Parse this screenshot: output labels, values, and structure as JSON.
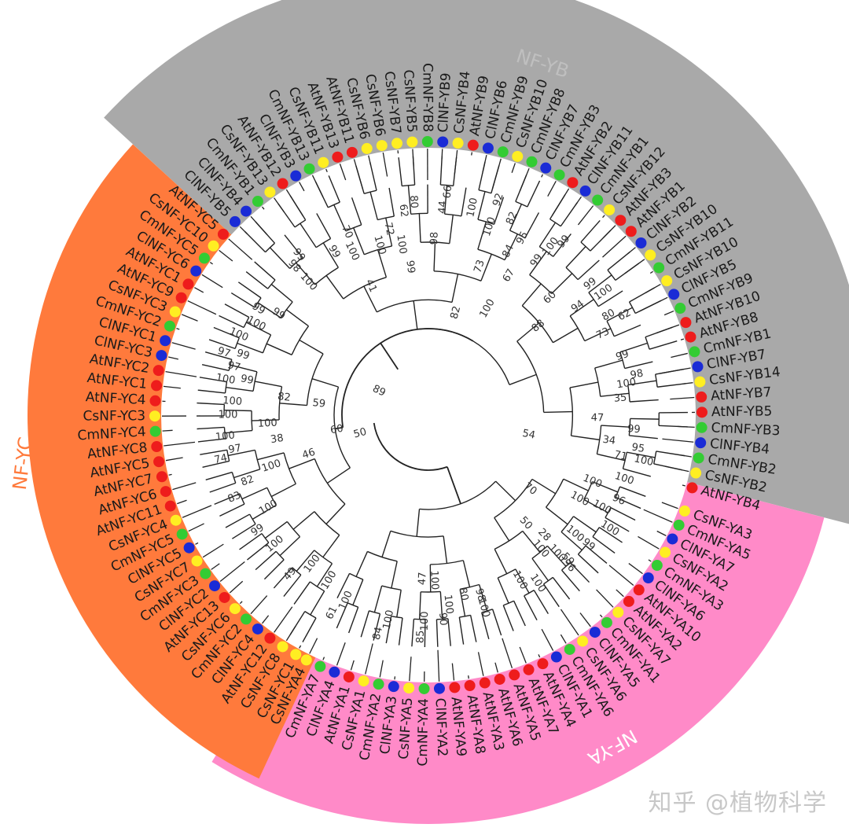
{
  "colors": {
    "At": "#ee1c1c",
    "Cs": "#ffee22",
    "Cm": "#33cc33",
    "Cl": "#1a2bd6",
    "NF-YA": "#ff8ac8",
    "NF-YB": "#a9a9a9",
    "NF-YC": "#ff7a3c"
  },
  "clade_labels": {
    "NF-YA": "NF-YA",
    "NF-YB": "NF-YB",
    "NF-YC": "NF-YC"
  },
  "watermark": "知乎 @植物科学",
  "leaves": [
    {
      "name": "CsNF-YC1",
      "sp": "Cs",
      "angle": 119
    },
    {
      "name": "CsNF-YC8",
      "sp": "Cs",
      "angle": 122.2
    },
    {
      "name": "AtNF-YC12",
      "sp": "At",
      "angle": 125.4
    },
    {
      "name": "ClNF-YC4",
      "sp": "Cl",
      "angle": 128.6
    },
    {
      "name": "CmNF-YC2",
      "sp": "Cm",
      "angle": 131.8
    },
    {
      "name": "CsNF-YC6",
      "sp": "Cs",
      "angle": 135
    },
    {
      "name": "AtNF-YC13",
      "sp": "At",
      "angle": 138.2
    },
    {
      "name": "ClNF-YC2",
      "sp": "Cl",
      "angle": 141.4
    },
    {
      "name": "CmNF-YC3",
      "sp": "Cm",
      "angle": 144.6
    },
    {
      "name": "CsNF-YC7",
      "sp": "Cs",
      "angle": 147.8
    },
    {
      "name": "ClNF-YC5",
      "sp": "Cl",
      "angle": 151
    },
    {
      "name": "CmNF-YC5",
      "sp": "Cm",
      "angle": 154.2
    },
    {
      "name": "CsNF-YC4",
      "sp": "Cs",
      "angle": 157.4
    },
    {
      "name": "AtNF-YC11",
      "sp": "At",
      "angle": 160.6
    },
    {
      "name": "AtNF-YC6",
      "sp": "At",
      "angle": 163.8
    },
    {
      "name": "AtNF-YC7",
      "sp": "At",
      "angle": 167
    },
    {
      "name": "AtNF-YC5",
      "sp": "At",
      "angle": 170.2
    },
    {
      "name": "AtNF-YC8",
      "sp": "At",
      "angle": 173.4
    },
    {
      "name": "CmNF-YC4",
      "sp": "Cm",
      "angle": 176.6
    },
    {
      "name": "CsNF-YC3",
      "sp": "Cs",
      "angle": 179.8
    },
    {
      "name": "AtNF-YC4",
      "sp": "At",
      "angle": 183
    },
    {
      "name": "AtNF-YC1",
      "sp": "At",
      "angle": 186.2
    },
    {
      "name": "AtNF-YC2",
      "sp": "At",
      "angle": 189.4
    },
    {
      "name": "ClNF-YC3",
      "sp": "Cl",
      "angle": 192.6
    },
    {
      "name": "ClNF-YC1",
      "sp": "Cl",
      "angle": 195.8
    },
    {
      "name": "CmNF-YC2",
      "sp": "Cm",
      "angle": 199
    },
    {
      "name": "CsNF-YC3",
      "sp": "Cs",
      "angle": 202.2
    },
    {
      "name": "AtNF-YC9",
      "sp": "At",
      "angle": 205.4
    },
    {
      "name": "AtNF-YC1",
      "sp": "At",
      "angle": 208.6
    },
    {
      "name": "ClNF-YC6",
      "sp": "Cl",
      "angle": 211.8
    },
    {
      "name": "CmNF-YC5",
      "sp": "Cm",
      "angle": 215
    },
    {
      "name": "CsNF-YC10",
      "sp": "Cs",
      "angle": 218.2
    },
    {
      "name": "AtNF-YC5",
      "sp": "At",
      "angle": 221.4
    },
    {
      "name": "ClNF-YB5",
      "sp": "Cl",
      "angle": 225
    },
    {
      "name": "ClNF-YB4",
      "sp": "Cl",
      "angle": 228.2
    },
    {
      "name": "CmNF-YB1",
      "sp": "Cm",
      "angle": 231.4
    },
    {
      "name": "CsNF-YB13",
      "sp": "Cs",
      "angle": 234.6
    },
    {
      "name": "AtNF-YB12",
      "sp": "At",
      "angle": 237.8
    },
    {
      "name": "ClNF-YB3",
      "sp": "Cl",
      "angle": 241
    },
    {
      "name": "CmNF-YB13",
      "sp": "Cm",
      "angle": 244.2
    },
    {
      "name": "CsNF-YB11",
      "sp": "Cs",
      "angle": 247.4
    },
    {
      "name": "AtNF-YB13",
      "sp": "At",
      "angle": 250.6
    },
    {
      "name": "AtNF-YB11",
      "sp": "At",
      "angle": 253.8
    },
    {
      "name": "CsNF-YB6",
      "sp": "Cs",
      "angle": 257
    },
    {
      "name": "CsNF-YB6",
      "sp": "Cs",
      "angle": 260.2
    },
    {
      "name": "CsNF-YB7",
      "sp": "Cs",
      "angle": 263.4
    },
    {
      "name": "CsNF-YB5",
      "sp": "Cs",
      "angle": 266.6
    },
    {
      "name": "CmNF-YB8",
      "sp": "Cm",
      "angle": 269.8
    },
    {
      "name": "ClNF-YB9",
      "sp": "Cl",
      "angle": 273
    },
    {
      "name": "CsNF-YB4",
      "sp": "Cs",
      "angle": 276.2
    },
    {
      "name": "AtNF-YB9",
      "sp": "At",
      "angle": 279.4
    },
    {
      "name": "ClNF-YB6",
      "sp": "Cl",
      "angle": 282.6
    },
    {
      "name": "CmNF-YB9",
      "sp": "Cm",
      "angle": 285.8
    },
    {
      "name": "CsNF-YB10",
      "sp": "Cs",
      "angle": 289
    },
    {
      "name": "CmNF-YB8",
      "sp": "Cm",
      "angle": 292.2
    },
    {
      "name": "ClNF-YB7",
      "sp": "Cl",
      "angle": 295.4
    },
    {
      "name": "CmNF-YB3",
      "sp": "Cm",
      "angle": 298.6
    },
    {
      "name": "AtNF-YB2",
      "sp": "At",
      "angle": 301.8
    },
    {
      "name": "ClNF-YB11",
      "sp": "Cl",
      "angle": 305
    },
    {
      "name": "CmNF-YB1",
      "sp": "Cm",
      "angle": 308.2
    },
    {
      "name": "CsNF-YB12",
      "sp": "Cs",
      "angle": 311.4
    },
    {
      "name": "AtNF-YB3",
      "sp": "At",
      "angle": 314.6
    },
    {
      "name": "AtNF-YB1",
      "sp": "At",
      "angle": 317.8
    },
    {
      "name": "ClNF-YB2",
      "sp": "Cl",
      "angle": 321
    },
    {
      "name": "CsNF-YB10",
      "sp": "Cs",
      "angle": 324.2
    },
    {
      "name": "CmNF-YB11",
      "sp": "Cm",
      "angle": 327.4
    },
    {
      "name": "CsNF-YB10",
      "sp": "Cs",
      "angle": 330.6
    },
    {
      "name": "ClNF-YB5",
      "sp": "Cl",
      "angle": 333.8
    },
    {
      "name": "CmNF-YB9",
      "sp": "Cm",
      "angle": 337
    },
    {
      "name": "AtNF-YB10",
      "sp": "At",
      "angle": 340.2
    },
    {
      "name": "AtNF-YB8",
      "sp": "At",
      "angle": 343.4
    },
    {
      "name": "CmNF-YB1",
      "sp": "Cm",
      "angle": 346.6
    },
    {
      "name": "ClNF-YB7",
      "sp": "Cl",
      "angle": 349.8
    },
    {
      "name": "CsNF-YB14",
      "sp": "Cs",
      "angle": 353
    },
    {
      "name": "AtNF-YB7",
      "sp": "At",
      "angle": 356.2
    },
    {
      "name": "AtNF-YB5",
      "sp": "At",
      "angle": 359.4
    },
    {
      "name": "CmNF-YB3",
      "sp": "Cm",
      "angle": 362.6
    },
    {
      "name": "ClNF-YB4",
      "sp": "Cl",
      "angle": 365.8
    },
    {
      "name": "CmNF-YB2",
      "sp": "Cm",
      "angle": 369
    },
    {
      "name": "CsNF-YB2",
      "sp": "Cs",
      "angle": 372.2
    },
    {
      "name": "AtNF-YB4",
      "sp": "At",
      "angle": 375.4
    },
    {
      "name": "CsNF-YA3",
      "sp": "Cs",
      "angle": 380.5
    },
    {
      "name": "CmNF-YA5",
      "sp": "Cm",
      "angle": 383.7
    },
    {
      "name": "ClNF-YA7",
      "sp": "Cl",
      "angle": 386.9
    },
    {
      "name": "CsNF-YA2",
      "sp": "Cs",
      "angle": 390.1
    },
    {
      "name": "CmNF-YA3",
      "sp": "Cm",
      "angle": 393.3
    },
    {
      "name": "ClNF-YA6",
      "sp": "Cl",
      "angle": 396.5
    },
    {
      "name": "AtNF-YA10",
      "sp": "At",
      "angle": 399.7
    },
    {
      "name": "AtNF-YA2",
      "sp": "At",
      "angle": 402.9
    },
    {
      "name": "CsNF-YA7",
      "sp": "Cs",
      "angle": 406.1
    },
    {
      "name": "CmNF-YA1",
      "sp": "Cm",
      "angle": 409.3
    },
    {
      "name": "ClNF-YA5",
      "sp": "Cl",
      "angle": 412.5
    },
    {
      "name": "CsNF-YA6",
      "sp": "Cs",
      "angle": 415.7
    },
    {
      "name": "CmNF-YA6",
      "sp": "Cm",
      "angle": 418.9
    },
    {
      "name": "ClNF-YA1",
      "sp": "Cl",
      "angle": 422.1
    },
    {
      "name": "AtNF-YA4",
      "sp": "At",
      "angle": 425.3
    },
    {
      "name": "AtNF-YA7",
      "sp": "At",
      "angle": 428.5
    },
    {
      "name": "AtNF-YA5",
      "sp": "At",
      "angle": 431.7
    },
    {
      "name": "AtNF-YA6",
      "sp": "At",
      "angle": 434.9
    },
    {
      "name": "AtNF-YA3",
      "sp": "At",
      "angle": 438.1
    },
    {
      "name": "AtNF-YA8",
      "sp": "At",
      "angle": 441.3
    },
    {
      "name": "AtNF-YA9",
      "sp": "At",
      "angle": 444.5
    },
    {
      "name": "ClNF-YA2",
      "sp": "Cl",
      "angle": 447.7
    },
    {
      "name": "CmNF-YA4",
      "sp": "Cm",
      "angle": 450.9
    },
    {
      "name": "CsNF-YA5",
      "sp": "Cs",
      "angle": 454.1
    },
    {
      "name": "ClNF-YA3",
      "sp": "Cl",
      "angle": 457.3
    },
    {
      "name": "CmNF-YA2",
      "sp": "Cm",
      "angle": 460.5
    },
    {
      "name": "CsNF-YA1",
      "sp": "Cs",
      "angle": 463.7
    },
    {
      "name": "AtNF-YA1",
      "sp": "At",
      "angle": 466.9
    },
    {
      "name": "ClNF-YA4",
      "sp": "Cl",
      "angle": 470.1
    },
    {
      "name": "CmNF-YA7",
      "sp": "Cm",
      "angle": 473.3
    },
    {
      "name": "CsNF-YA4",
      "sp": "Cs",
      "angle": 476.5
    }
  ],
  "bootstrap": [
    {
      "v": "100",
      "a": 121,
      "r": 245
    },
    {
      "v": "100",
      "a": 128,
      "r": 240
    },
    {
      "v": "49",
      "a": 131,
      "r": 268
    },
    {
      "v": "100",
      "a": 140,
      "r": 255
    },
    {
      "v": "99",
      "a": 146,
      "r": 262
    },
    {
      "v": "100",
      "a": 150,
      "r": 235
    },
    {
      "v": "83",
      "a": 157,
      "r": 268
    },
    {
      "v": "82",
      "a": 160,
      "r": 245
    },
    {
      "v": "100",
      "a": 162,
      "r": 210
    },
    {
      "v": "74",
      "a": 168,
      "r": 270
    },
    {
      "v": "97",
      "a": 170,
      "r": 250
    },
    {
      "v": "100",
      "a": 174,
      "r": 260
    },
    {
      "v": "38",
      "a": 171,
      "r": 195
    },
    {
      "v": "46",
      "a": 162,
      "r": 160
    },
    {
      "v": "100",
      "a": 180,
      "r": 255
    },
    {
      "v": "100",
      "a": 184,
      "r": 250
    },
    {
      "v": "100",
      "a": 177,
      "r": 205
    },
    {
      "v": "82",
      "a": 187,
      "r": 185
    },
    {
      "v": "99",
      "a": 191,
      "r": 235
    },
    {
      "v": "97",
      "a": 194,
      "r": 255
    },
    {
      "v": "100",
      "a": 190,
      "r": 262
    },
    {
      "v": "97",
      "a": 197,
      "r": 272
    },
    {
      "v": "99",
      "a": 198,
      "r": 248
    },
    {
      "v": "100",
      "a": 203,
      "r": 262
    },
    {
      "v": "100",
      "a": 208,
      "r": 248
    },
    {
      "v": "99",
      "a": 212,
      "r": 255
    },
    {
      "v": "99",
      "a": 214,
      "r": 230
    },
    {
      "v": "59",
      "a": 186,
      "r": 140
    },
    {
      "v": "60",
      "a": 171,
      "r": 118
    },
    {
      "v": "50",
      "a": 165,
      "r": 90
    },
    {
      "v": "89",
      "a": 206,
      "r": 70
    },
    {
      "v": "99",
      "a": 231,
      "r": 262
    },
    {
      "v": "98",
      "a": 228,
      "r": 255
    },
    {
      "v": "100",
      "a": 228,
      "r": 228
    },
    {
      "v": "99",
      "a": 240,
      "r": 240
    },
    {
      "v": "100",
      "a": 245,
      "r": 230
    },
    {
      "v": "70",
      "a": 246,
      "r": 255
    },
    {
      "v": "41",
      "a": 246,
      "r": 180
    },
    {
      "v": "100",
      "a": 254,
      "r": 225
    },
    {
      "v": "72",
      "a": 258,
      "r": 242
    },
    {
      "v": "62",
      "a": 263,
      "r": 262
    },
    {
      "v": "80",
      "a": 266,
      "r": 272
    },
    {
      "v": "100",
      "a": 261,
      "r": 220
    },
    {
      "v": "44",
      "a": 274,
      "r": 265
    },
    {
      "v": "66",
      "a": 275,
      "r": 285
    },
    {
      "v": "98",
      "a": 272,
      "r": 225
    },
    {
      "v": "99",
      "a": 263,
      "r": 190
    },
    {
      "v": "100",
      "a": 282,
      "r": 270
    },
    {
      "v": "92",
      "a": 288,
      "r": 288
    },
    {
      "v": "82",
      "a": 293,
      "r": 272
    },
    {
      "v": "100",
      "a": 288,
      "r": 252
    },
    {
      "v": "95",
      "a": 298,
      "r": 255
    },
    {
      "v": "84",
      "a": 296,
      "r": 232
    },
    {
      "v": "100",
      "a": 306,
      "r": 265
    },
    {
      "v": "99",
      "a": 308,
      "r": 280
    },
    {
      "v": "99",
      "a": 305,
      "r": 240
    },
    {
      "v": "73",
      "a": 289,
      "r": 200
    },
    {
      "v": "67",
      "a": 300,
      "r": 205
    },
    {
      "v": "82",
      "a": 285,
      "r": 135
    },
    {
      "v": "100",
      "a": 299,
      "r": 155
    },
    {
      "v": "99",
      "a": 321,
      "r": 265
    },
    {
      "v": "100",
      "a": 325,
      "r": 272
    },
    {
      "v": "94",
      "a": 324,
      "r": 235
    },
    {
      "v": "60",
      "a": 316,
      "r": 215
    },
    {
      "v": "80",
      "a": 331,
      "r": 262
    },
    {
      "v": "62",
      "a": 333,
      "r": 280
    },
    {
      "v": "73",
      "a": 335,
      "r": 245
    },
    {
      "v": "99",
      "a": 343,
      "r": 258
    },
    {
      "v": "98",
      "a": 349,
      "r": 270
    },
    {
      "v": "100",
      "a": 351,
      "r": 255
    },
    {
      "v": "35",
      "a": 355,
      "r": 245
    },
    {
      "v": "88",
      "a": 321,
      "r": 180
    },
    {
      "v": "99",
      "a": 364,
      "r": 262
    },
    {
      "v": "95",
      "a": 369,
      "r": 270
    },
    {
      "v": "100",
      "a": 372,
      "r": 280
    },
    {
      "v": "71",
      "a": 372,
      "r": 250
    },
    {
      "v": "34",
      "a": 368,
      "r": 232
    },
    {
      "v": "47",
      "a": 361,
      "r": 215
    },
    {
      "v": "100",
      "a": 378,
      "r": 262
    },
    {
      "v": "54",
      "a": 371,
      "r": 130
    },
    {
      "v": "100",
      "a": 382,
      "r": 225
    },
    {
      "v": "96",
      "a": 384,
      "r": 265
    },
    {
      "v": "100",
      "a": 388,
      "r": 250
    },
    {
      "v": "100",
      "a": 389,
      "r": 220
    },
    {
      "v": "100",
      "a": 392,
      "r": 272
    },
    {
      "v": "99",
      "a": 399,
      "r": 262
    },
    {
      "v": "100",
      "a": 399,
      "r": 240
    },
    {
      "v": "96",
      "a": 407,
      "r": 262
    },
    {
      "v": "100",
      "a": 407,
      "r": 240
    },
    {
      "v": "100",
      "a": 410,
      "r": 222
    },
    {
      "v": "59",
      "a": 406,
      "r": 255
    },
    {
      "v": "28",
      "a": 406,
      "r": 212
    },
    {
      "v": "100",
      "a": 417,
      "r": 255
    },
    {
      "v": "100",
      "a": 421,
      "r": 240
    },
    {
      "v": "70",
      "a": 396,
      "r": 160
    },
    {
      "v": "50",
      "a": 408,
      "r": 185
    },
    {
      "v": "98",
      "a": 434,
      "r": 238
    },
    {
      "v": "100",
      "a": 434,
      "r": 255
    },
    {
      "v": "80",
      "a": 439,
      "r": 232
    },
    {
      "v": "100",
      "a": 444,
      "r": 242
    },
    {
      "v": "90",
      "a": 446,
      "r": 260
    },
    {
      "v": "100",
      "a": 451,
      "r": 262
    },
    {
      "v": "85",
      "a": 452,
      "r": 282
    },
    {
      "v": "100",
      "a": 461,
      "r": 265
    },
    {
      "v": "84",
      "a": 463,
      "r": 285
    },
    {
      "v": "100",
      "a": 448,
      "r": 210
    },
    {
      "v": "47",
      "a": 452,
      "r": 208
    },
    {
      "v": "100",
      "a": 474,
      "r": 258
    },
    {
      "v": "61",
      "a": 476,
      "r": 280
    }
  ]
}
